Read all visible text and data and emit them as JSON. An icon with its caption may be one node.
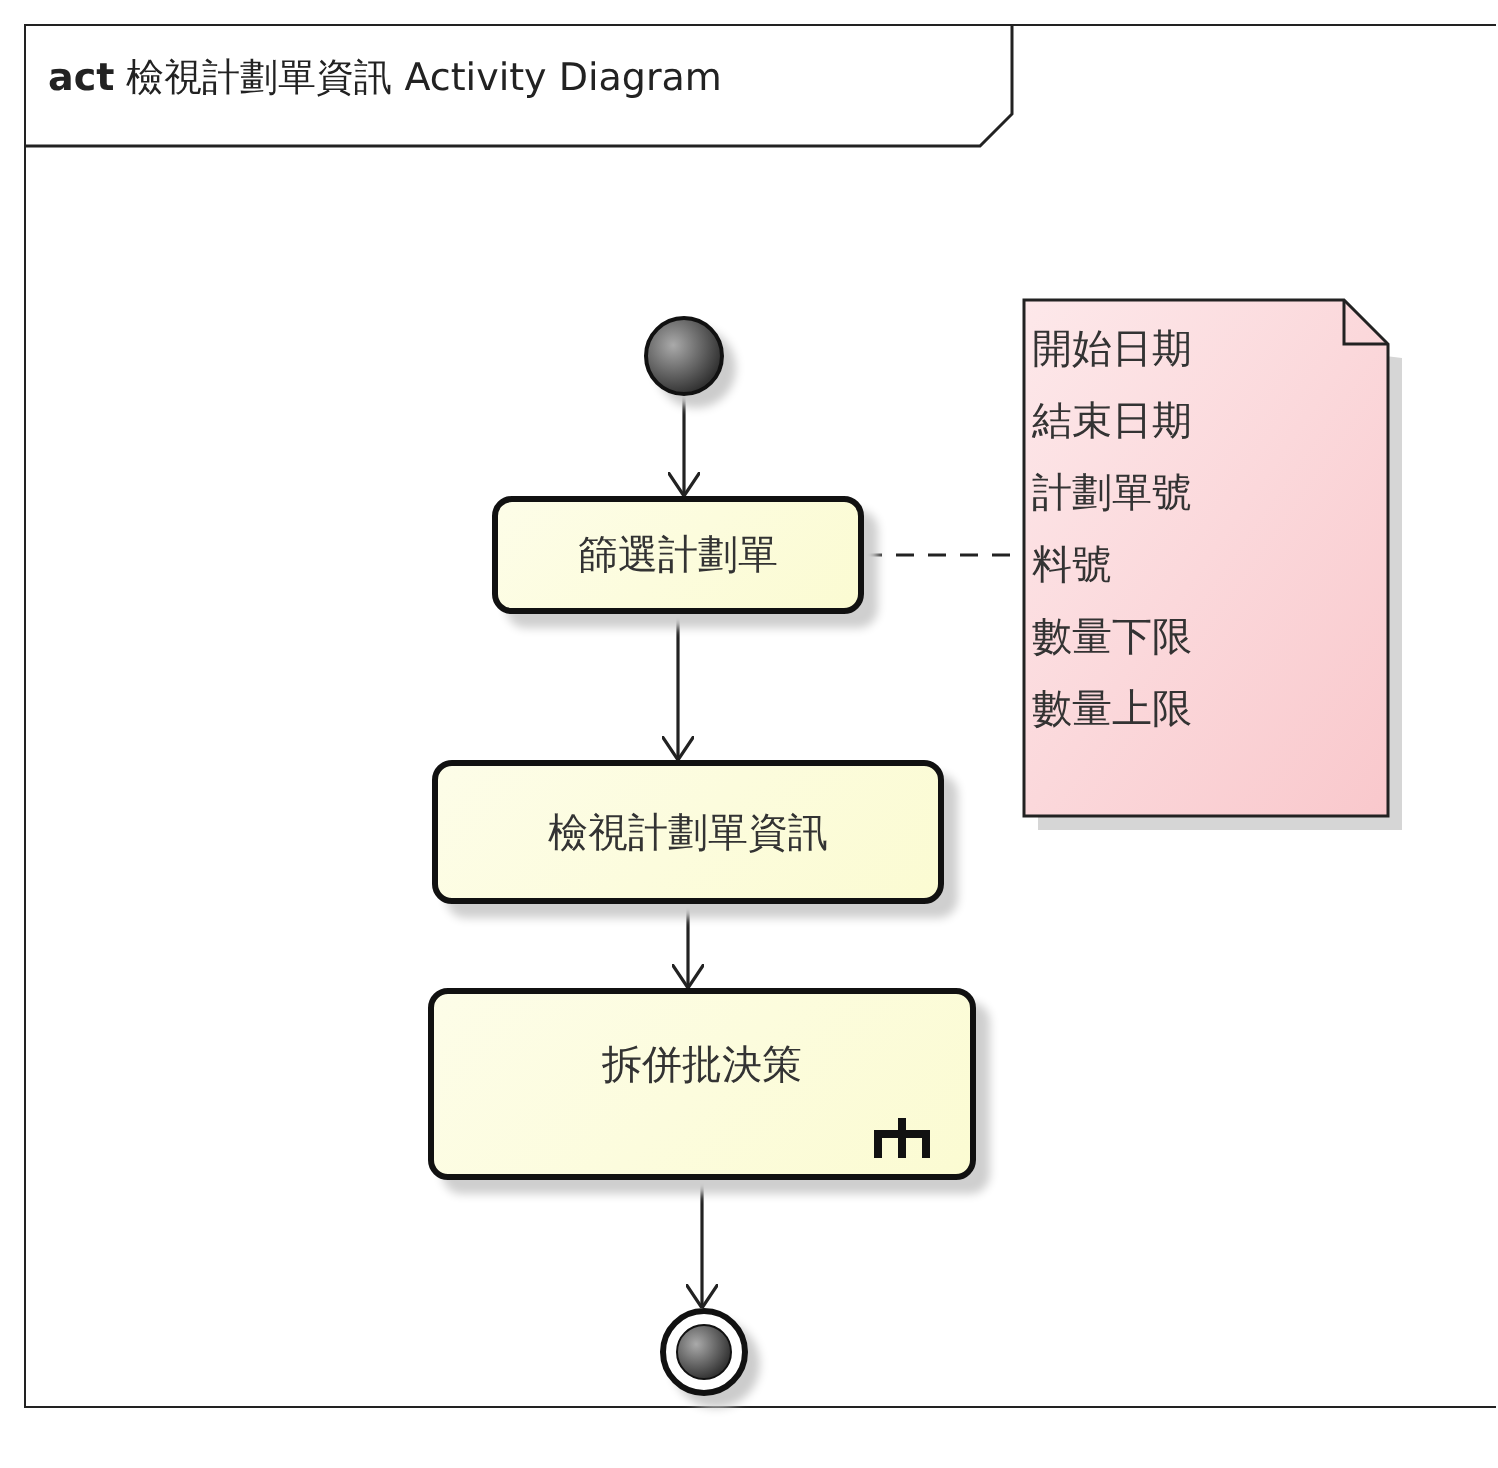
{
  "diagram": {
    "title": "**act** 檢視計劃單資訊 Activity Diagram",
    "nodes": [
      {
        "text": [],
        "shape": "circle"
      },
      {
        "text": [
          "篩選計劃單"
        ]
      },
      {
        "text": [
          "檢視計劃單資訊"
        ]
      },
      {
        "text": [
          "拆併批決策"
        ]
      },
      {
        "text": [],
        "shape": "circle"
      },
      {
        "text": [
          "開始日期",
          "結束日期",
          "計劃單號",
          "料號",
          "數量下限",
          "數量上限"
        ]
      }
    ],
    "edges": [
      {
        "from": 0,
        "to": 1,
        "arrow": "to"
      },
      {
        "from": 1,
        "to": 2,
        "arrow": "to"
      },
      {
        "from": 2,
        "to": 3,
        "arrow": "to"
      },
      {
        "from": 3,
        "to": 4,
        "arrow": "to"
      },
      {
        "from": 1,
        "to": 5,
        "arrow": "none",
        "style": "dashed"
      }
    ]
  }
}
